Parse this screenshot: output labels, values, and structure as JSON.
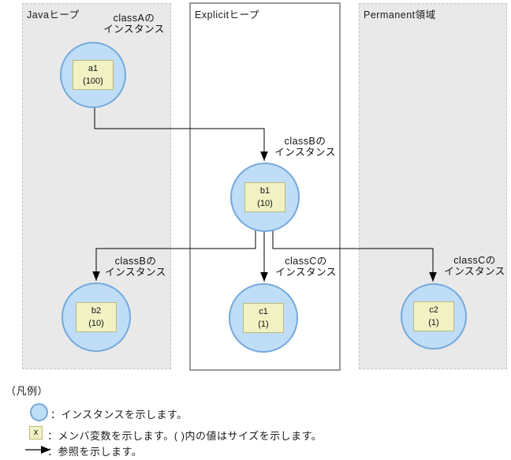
{
  "regions": {
    "java": {
      "label": "Javaヒープ"
    },
    "explicit": {
      "label": "Explicitヒープ"
    },
    "permanent": {
      "label": "Permanent領域"
    }
  },
  "instances": {
    "a1": {
      "var": "a1",
      "size": "(100)"
    },
    "b1": {
      "var": "b1",
      "size": "(10)"
    },
    "b2": {
      "var": "b2",
      "size": "(10)"
    },
    "c1": {
      "var": "c1",
      "size": "(1)"
    },
    "c2": {
      "var": "c2",
      "size": "(1)"
    }
  },
  "annotations": {
    "classA_a1": {
      "line1": "classAの",
      "line2": "インスタンス"
    },
    "classB_b1": {
      "line1": "classBの",
      "line2": "インスタンス"
    },
    "classB_b2": {
      "line1": "classBの",
      "line2": "インスタンス"
    },
    "classC_c1": {
      "line1": "classCの",
      "line2": "インスタンス"
    },
    "classC_c2": {
      "line1": "classCの",
      "line2": "インスタンス"
    }
  },
  "legend": {
    "title": "（凡例）",
    "instance_label": "：インスタンスを示します。",
    "member_icon_text": "x",
    "member_label": "：メンバ変数を示します。( )内の値はサイズを示します。",
    "reference_label": "：参照を示します。"
  },
  "colors": {
    "instance_fill": "#bfddf6",
    "instance_border": "#74a9dc",
    "member_fill": "#f1f1c4",
    "member_border": "#b9b978",
    "region_gray": "#e9e9e9",
    "explicit_border": "#9a9a9a",
    "line_color": "#000000"
  }
}
